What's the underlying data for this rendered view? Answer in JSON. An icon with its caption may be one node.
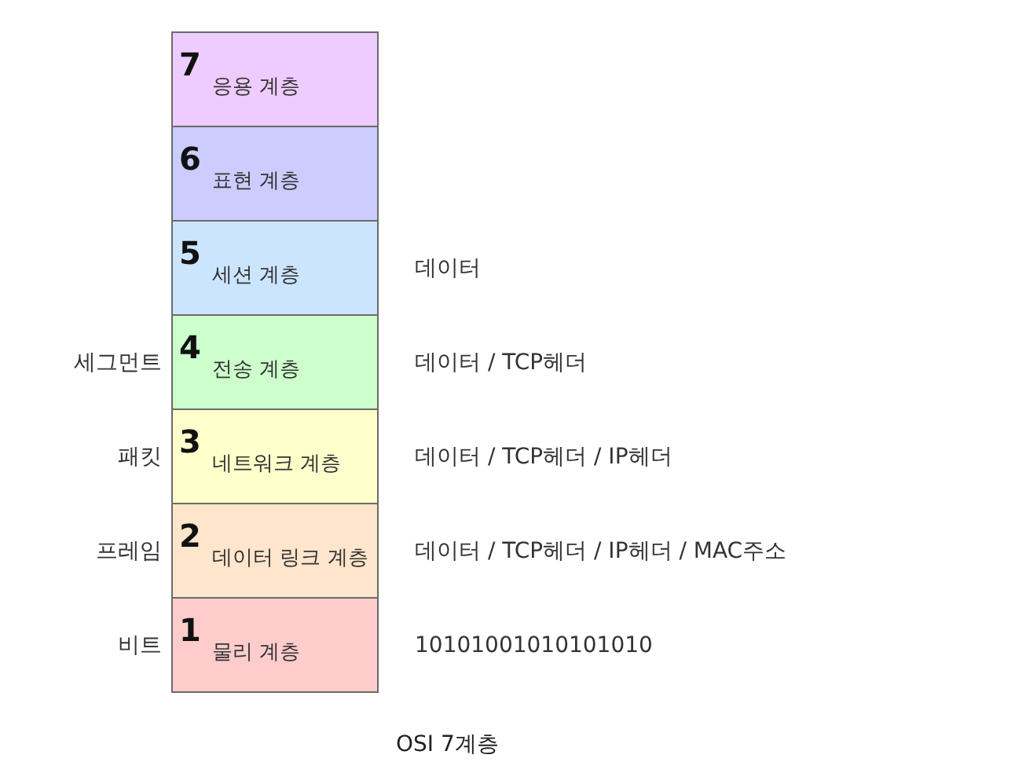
{
  "diagram": {
    "caption": "OSI 7계층",
    "nodes": [
      {
        "text": [
          "7",
          "응용 계층"
        ]
      },
      {
        "text": [
          "6",
          "표현 계층"
        ]
      },
      {
        "text": [
          "5",
          "세션 계층"
        ],
        "beside": [
          "데이터"
        ]
      },
      {
        "text": [
          "4",
          "전송 계층"
        ],
        "beside": [
          "세그먼트",
          "데이터 / TCP헤더"
        ]
      },
      {
        "text": [
          "3",
          "네트워크 계층"
        ],
        "beside": [
          "패킷",
          "데이터 / TCP헤더 / IP헤더"
        ]
      },
      {
        "text": [
          "2",
          "데이터 링크 계층"
        ],
        "beside": [
          "프레임",
          "데이터 / TCP헤더 / IP헤더 / MAC주소"
        ]
      },
      {
        "text": [
          "1",
          "물리 계층"
        ],
        "beside": [
          "비트",
          "10101001010101010"
        ]
      }
    ]
  }
}
